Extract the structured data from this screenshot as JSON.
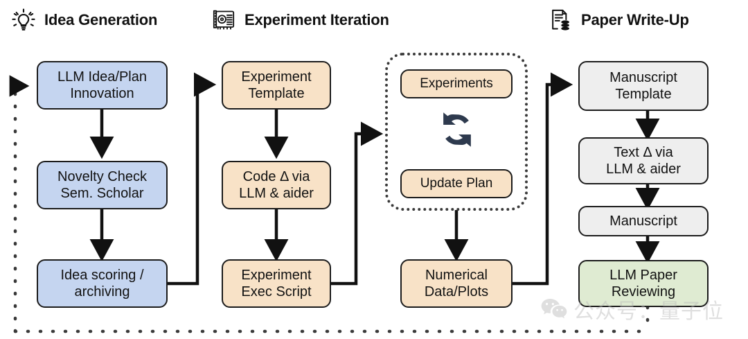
{
  "diagram": {
    "title": "AI Scientist end-to-end pipeline",
    "background": "#ffffff",
    "colors": {
      "blue_fill": "#c5d5f0",
      "tan_fill": "#f8e2c7",
      "gray_fill": "#eeeeee",
      "green_fill": "#dfebd2",
      "stroke": "#1b1b1b",
      "cycle_icon": "#2e3a4e",
      "dashed_loop": "#3a3a3a",
      "watermark": "#b9b9b9"
    }
  },
  "headers": [
    {
      "label": "Idea Generation",
      "icon": "lightbulb-icon"
    },
    {
      "label": "Experiment Iteration",
      "icon": "gpu-card-icon"
    },
    {
      "label": "Paper Write-Up",
      "icon": "document-database-icon"
    }
  ],
  "stages": {
    "idea_generation": {
      "name": "Idea Generation",
      "nodes": [
        {
          "id": "llm-idea-plan-innovation",
          "label": "LLM Idea/Plan\nInnovation",
          "color": "blue"
        },
        {
          "id": "novelty-check-sem-scholar",
          "label": "Novelty Check\nSem. Scholar",
          "color": "blue"
        },
        {
          "id": "idea-scoring-archiving",
          "label": "Idea scoring /\narchiving",
          "color": "blue"
        }
      ]
    },
    "experiment_iteration": {
      "name": "Experiment Iteration",
      "nodes": [
        {
          "id": "experiment-template",
          "label": "Experiment\nTemplate",
          "color": "tan"
        },
        {
          "id": "code-delta-via-llm-aider",
          "label": "Code Δ via\nLLM & aider",
          "color": "tan"
        },
        {
          "id": "experiment-exec-script",
          "label": "Experiment\nExec Script",
          "color": "tan"
        }
      ],
      "loop": {
        "id": "experiment-loop",
        "icon": "cycle-refresh-icon",
        "nodes": [
          {
            "id": "experiments",
            "label": "Experiments",
            "color": "tan"
          },
          {
            "id": "update-plan",
            "label": "Update Plan",
            "color": "tan"
          }
        ]
      },
      "output": {
        "id": "numerical-data-plots",
        "label": "Numerical\nData/Plots",
        "color": "tan"
      }
    },
    "paper_write_up": {
      "name": "Paper Write-Up",
      "nodes": [
        {
          "id": "manuscript-template",
          "label": "Manuscript\nTemplate",
          "color": "gray"
        },
        {
          "id": "text-delta-via-llm-aider",
          "label": "Text Δ via\nLLM & aider",
          "color": "gray"
        },
        {
          "id": "manuscript",
          "label": "Manuscript",
          "color": "gray"
        },
        {
          "id": "llm-paper-reviewing",
          "label": "LLM Paper\nReviewing",
          "color": "green"
        }
      ]
    }
  },
  "edges": [
    {
      "from": "feedback-loop",
      "to": "llm-idea-plan-innovation",
      "style": "dotted"
    },
    {
      "from": "llm-idea-plan-innovation",
      "to": "novelty-check-sem-scholar",
      "style": "solid"
    },
    {
      "from": "novelty-check-sem-scholar",
      "to": "idea-scoring-archiving",
      "style": "solid"
    },
    {
      "from": "idea-scoring-archiving",
      "to": "experiment-template",
      "style": "solid"
    },
    {
      "from": "experiment-template",
      "to": "code-delta-via-llm-aider",
      "style": "solid"
    },
    {
      "from": "code-delta-via-llm-aider",
      "to": "experiment-exec-script",
      "style": "solid"
    },
    {
      "from": "experiment-exec-script",
      "to": "experiment-loop",
      "style": "solid"
    },
    {
      "from": "experiment-loop",
      "to": "numerical-data-plots",
      "style": "solid"
    },
    {
      "from": "numerical-data-plots",
      "to": "manuscript-template",
      "style": "solid"
    },
    {
      "from": "manuscript-template",
      "to": "text-delta-via-llm-aider",
      "style": "solid"
    },
    {
      "from": "text-delta-via-llm-aider",
      "to": "manuscript",
      "style": "solid"
    },
    {
      "from": "manuscript",
      "to": "llm-paper-reviewing",
      "style": "solid"
    },
    {
      "from": "llm-paper-reviewing",
      "to": "feedback-loop",
      "style": "dotted"
    }
  ],
  "watermark": {
    "text": "公众号：量子位",
    "icon": "wechat-icon"
  }
}
